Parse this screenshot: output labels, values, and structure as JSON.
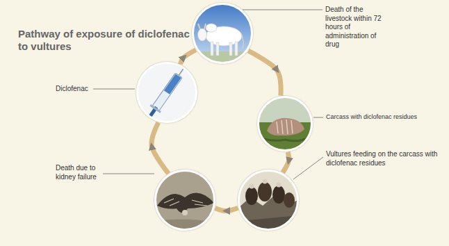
{
  "diagram": {
    "title": "Pathway of exposure of diclofenac to vultures",
    "nodes": [
      {
        "text": [
          "Diclofenac"
        ]
      },
      {
        "text": [
          "Death of the livestock within 72 hours of administration of drug"
        ]
      },
      {
        "text": [
          "Carcass with diclofenac residues"
        ]
      },
      {
        "text": [
          "Vultures feeding on the carcass with diclofenac residues"
        ]
      },
      {
        "text": [
          "Death due to kidney failure"
        ]
      }
    ],
    "edges": [
      {
        "from": 0,
        "to": 1,
        "arrow": "to"
      },
      {
        "from": 1,
        "to": 2,
        "arrow": "to"
      },
      {
        "from": 2,
        "to": 3,
        "arrow": "to"
      },
      {
        "from": 3,
        "to": 4,
        "arrow": "to"
      },
      {
        "from": 4,
        "to": 0,
        "arrow": "to"
      }
    ]
  }
}
